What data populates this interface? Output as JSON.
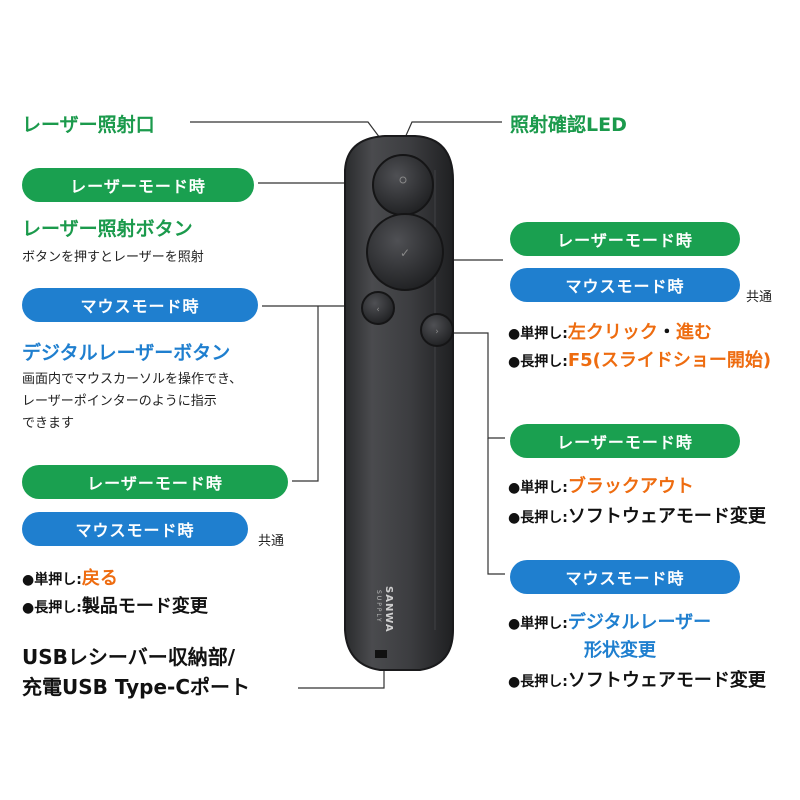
{
  "colors": {
    "green": "#1aa050",
    "blue": "#1f7fcf",
    "orange": "#ee6c10",
    "device": "#3a3b3d"
  },
  "labels": {
    "laser_port": "レーザー照射口",
    "led": "照射確認LED",
    "left": {
      "pill_laser_mode": "レーザーモード時",
      "laser_button_title": "レーザー照射ボタン",
      "laser_button_desc": "ボタンを押すとレーザーを照射",
      "pill_mouse_mode": "マウスモード時",
      "digital_button_title": "デジタルレーザーボタン",
      "digital_desc_1": "画面内でマウスカーソルを操作でき、",
      "digital_desc_2": "レーザーポインターのように指示",
      "digital_desc_3": "できます",
      "pill_laser_mode_2": "レーザーモード時",
      "pill_mouse_mode_2": "マウスモード時",
      "common": "共通",
      "short_press_label": "●単押し:",
      "short_press_value": "戻る",
      "long_press_label": "●長押し:",
      "long_press_value": "製品モード変更"
    },
    "bottom": {
      "line1": "USBレシーバー収納部/",
      "line2": "充電USB Type-Cポート"
    },
    "right_upper": {
      "pill_laser_mode": "レーザーモード時",
      "pill_mouse_mode": "マウスモード時",
      "common": "共通",
      "short_press_label": "●単押し:",
      "short_value_a": "左クリック",
      "short_sep": "・",
      "short_value_b": "進む",
      "long_press_label": "●長押し:",
      "long_value": "F5(スライドショー開始)"
    },
    "right_mid": {
      "pill_laser_mode": "レーザーモード時",
      "short_press_label": "●単押し:",
      "short_value": "ブラックアウト",
      "long_press_label": "●長押し:",
      "long_value": "ソフトウェアモード変更"
    },
    "right_lower": {
      "pill_mouse_mode": "マウスモード時",
      "short_press_label": "●単押し:",
      "short_value_1": "デジタルレーザー",
      "short_value_2": "形状変更",
      "long_press_label": "●長押し:",
      "long_value": "ソフトウェアモード変更"
    },
    "device_logo_1": "SANWA",
    "device_logo_2": "SUPPLY"
  }
}
